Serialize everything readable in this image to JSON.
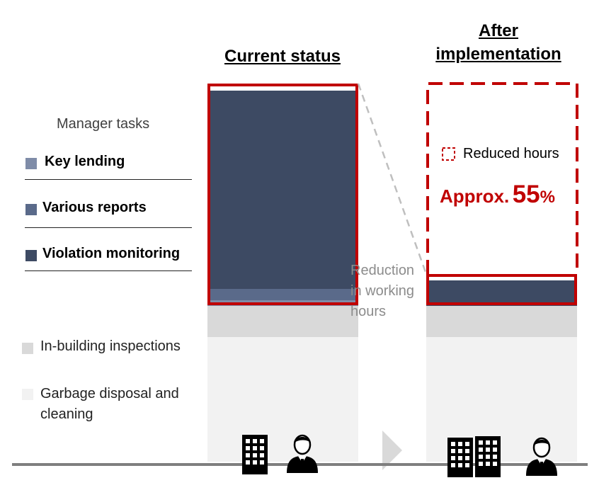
{
  "titles": {
    "current": "Current status",
    "after_line1": "After",
    "after_line2": "implementation"
  },
  "legend": {
    "header": "Manager tasks",
    "items": [
      {
        "label": "Key lending",
        "color": "#7f8ca8",
        "bold": true
      },
      {
        "label": "Various reports",
        "color": "#5a6a8a",
        "bold": true
      },
      {
        "label": "Violation monitoring",
        "color": "#3d4a63",
        "bold": true
      },
      {
        "label": "In-building inspections",
        "color": "#d9d9d9",
        "bold": false
      },
      {
        "label": "Garbage disposal and cleaning",
        "color": "#f2f2f2",
        "bold": false
      }
    ]
  },
  "annotations": {
    "reduction_line1": "Reduction",
    "reduction_line2": "in working",
    "reduction_line3": "hours",
    "reduced_hours": "Reduced hours",
    "approx_text": "Approx.",
    "approx_value": "55",
    "approx_unit": "%"
  },
  "icons": [
    "office-building-icon",
    "manager-person-icon"
  ],
  "colors": {
    "highlight_red": "#c00000",
    "baseline": "#7f7f7f"
  },
  "chart_data": {
    "type": "bar",
    "stacked": true,
    "categories": [
      "Current status",
      "After implementation"
    ],
    "series": [
      {
        "name": "Garbage disposal and cleaning",
        "values": [
          44,
          44
        ]
      },
      {
        "name": "In-building inspections",
        "values": [
          11,
          11
        ]
      },
      {
        "name": "Key lending",
        "values": [
          2,
          0
        ]
      },
      {
        "name": "Various reports",
        "values": [
          4,
          0
        ]
      },
      {
        "name": "Violation monitoring",
        "values": [
          70,
          9
        ]
      }
    ],
    "reduction_percent": 55,
    "legend_position": "left",
    "grid": false
  }
}
